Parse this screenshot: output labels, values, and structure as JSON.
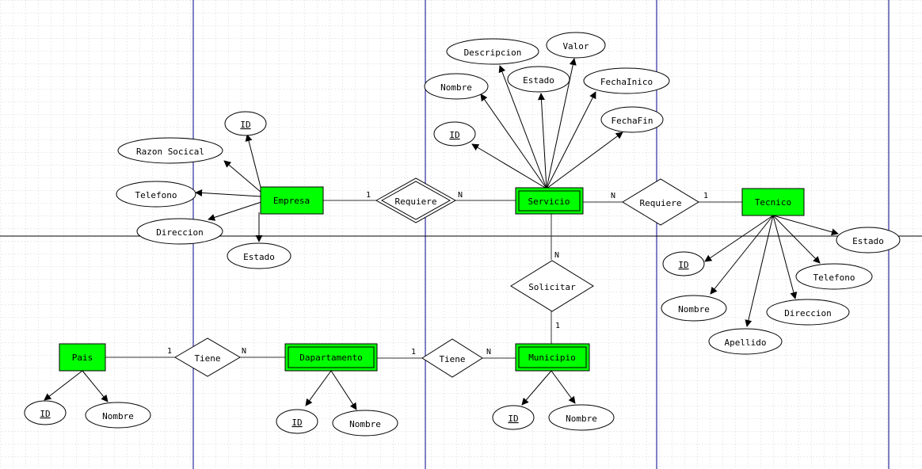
{
  "colors": {
    "entity_fill": "#00ff00",
    "grid": "#d8d8d8",
    "page_line": "#00008b",
    "connection": "#333333",
    "marker": "#4a4ad8"
  },
  "entities": {
    "empresa": {
      "label": "Empresa"
    },
    "servicio": {
      "label": "Servicio"
    },
    "tecnico": {
      "label": "Tecnico"
    },
    "municipio": {
      "label": "Municipio"
    },
    "dapartamento": {
      "label": "Dapartamento"
    },
    "pais": {
      "label": "Pais"
    }
  },
  "relationships": {
    "requiere_1": {
      "label": "Requiere"
    },
    "requiere_2": {
      "label": "Requiere"
    },
    "solicitar": {
      "label": "Solicitar"
    },
    "tiene_1": {
      "label": "Tiene"
    },
    "tiene_2": {
      "label": "Tiene"
    }
  },
  "attributes": {
    "empresa": {
      "id": "ID",
      "razon_social": "Razon Socical",
      "telefono": "Telefono",
      "direccion": "Direccion",
      "estado": "Estado"
    },
    "servicio": {
      "id": "ID",
      "nombre": "Nombre",
      "descripcion": "Descripcion",
      "estado": "Estado",
      "valor": "Valor",
      "fecha_inicio": "FechaInico",
      "fecha_fin": "FechaFin"
    },
    "tecnico": {
      "id": "ID",
      "nombre": "Nombre",
      "apellido": "Apellido",
      "direccion": "Direccion",
      "telefono": "Telefono",
      "estado": "Estado"
    },
    "municipio": {
      "id": "ID",
      "nombre": "Nombre"
    },
    "dapartamento": {
      "id": "ID",
      "nombre": "Nombre"
    },
    "pais": {
      "id": "ID",
      "nombre": "Nombre"
    }
  },
  "cardinalities": {
    "empresa_requiere": "1",
    "requiere_servicio": "N",
    "servicio_requiere": "N",
    "requiere_tecnico": "1",
    "servicio_solicitar": "N",
    "solicitar_municipio": "1",
    "pais_tiene": "1",
    "tiene_dapartamento": "N",
    "dapartamento_tiene": "1",
    "tiene_municipio": "N"
  }
}
